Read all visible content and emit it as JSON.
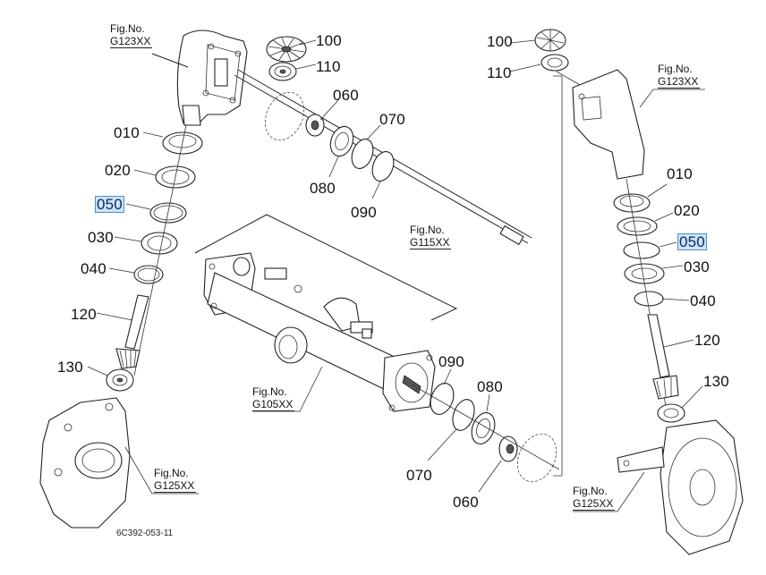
{
  "diagram": {
    "document_number": "6C392-053-11",
    "highlighted_part": "050",
    "highlight_color": "#cfe3f6",
    "figure_refs": [
      {
        "id": "fig-g123-left",
        "label": "Fig.No.",
        "code": "G123XX"
      },
      {
        "id": "fig-g123-right",
        "label": "Fig.No.",
        "code": "G123XX"
      },
      {
        "id": "fig-g115",
        "label": "Fig.No.",
        "code": "G115XX"
      },
      {
        "id": "fig-g105",
        "label": "Fig.No.",
        "code": "G105XX"
      },
      {
        "id": "fig-g125-left",
        "label": "Fig.No.",
        "code": "G125XX"
      },
      {
        "id": "fig-g125-right",
        "label": "Fig.No.",
        "code": "G125XX"
      }
    ],
    "left_assembly": {
      "parts": [
        "100",
        "110",
        "060",
        "070",
        "080",
        "090",
        "010",
        "020",
        "050",
        "030",
        "040",
        "120",
        "130"
      ]
    },
    "center_assembly": {
      "parts": [
        "090",
        "080",
        "070",
        "060"
      ]
    },
    "right_assembly": {
      "parts": [
        "100",
        "110",
        "010",
        "020",
        "050",
        "030",
        "040",
        "120",
        "130"
      ]
    },
    "labels": {
      "l100": "100",
      "l110": "110",
      "l060a": "060",
      "l070a": "070",
      "l080a": "080",
      "l090a": "090",
      "l010": "010",
      "l020": "020",
      "l050": "050",
      "l030": "030",
      "l040": "040",
      "l120": "120",
      "l130": "130",
      "c090": "090",
      "c080": "080",
      "c070": "070",
      "c060": "060",
      "r100": "100",
      "r110": "110",
      "r010": "010",
      "r020": "020",
      "r050": "050",
      "r030": "030",
      "r040": "040",
      "r120": "120",
      "r130": "130"
    }
  }
}
